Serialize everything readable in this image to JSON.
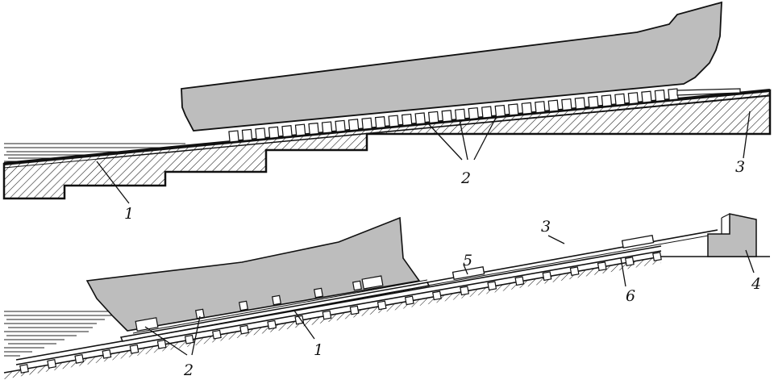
{
  "colors": {
    "hull": "#bdbdbd",
    "ink": "#111111",
    "hatch_bg": "#ffffff"
  },
  "top_figure": {
    "labels": {
      "ways": "1",
      "blocks": "2",
      "slipway": "3"
    }
  },
  "bottom_figure": {
    "labels": {
      "ways": "1",
      "blocks": "2",
      "cable": "3",
      "winch": "4",
      "cradle": "5",
      "rail": "6"
    }
  }
}
